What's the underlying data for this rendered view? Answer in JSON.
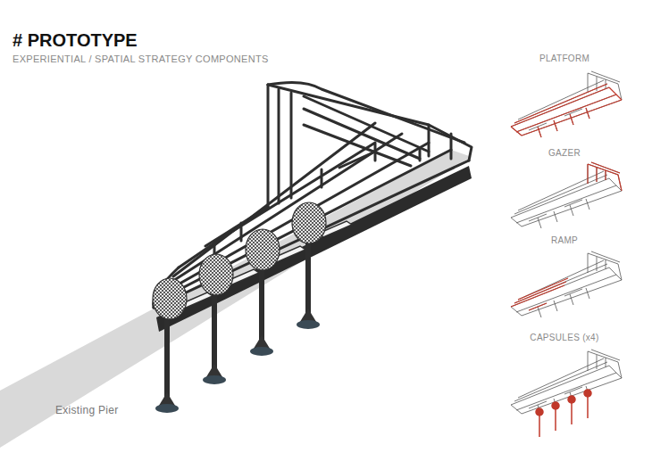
{
  "diagram": {
    "title": "# PROTOTYPE",
    "labels": [
      "EXPERIENTIAL / SPATIAL STRATEGY COMPONENTS",
      "PLATFORM",
      "GAZER",
      "RAMP",
      "CAPSULES (x4)",
      "Existing Pier"
    ]
  }
}
